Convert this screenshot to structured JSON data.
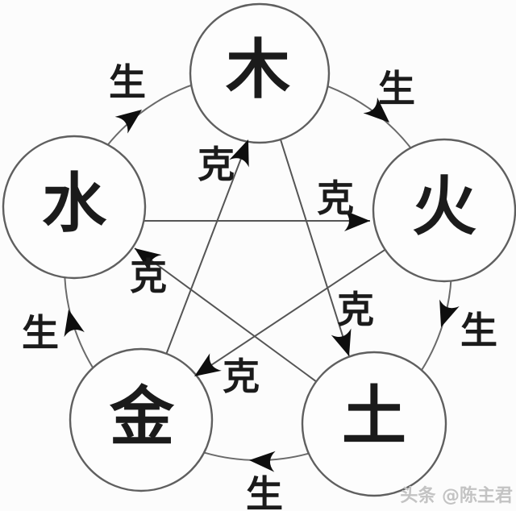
{
  "diagram": {
    "type": "five-elements-cycle",
    "elements": [
      {
        "id": "wood",
        "label": "木"
      },
      {
        "id": "fire",
        "label": "火"
      },
      {
        "id": "earth",
        "label": "土"
      },
      {
        "id": "metal",
        "label": "金"
      },
      {
        "id": "water",
        "label": "水"
      }
    ],
    "generating_label": "生",
    "overcoming_label": "克",
    "relations": {
      "generating": [
        "水→木",
        "木→火",
        "火→土",
        "土→金",
        "金→水"
      ],
      "overcoming": [
        "金→木",
        "水→火",
        "木→土",
        "土→水",
        "火→金"
      ]
    },
    "colors": {
      "background": "#fcfcfc",
      "line": "#555555",
      "circle_stroke": "#5f5f5f",
      "text": "#1b1b1b",
      "arrow": "#0e0e0e",
      "watermark": "#c3c3c3"
    }
  },
  "watermark": {
    "text": "头条 @陈主君"
  }
}
